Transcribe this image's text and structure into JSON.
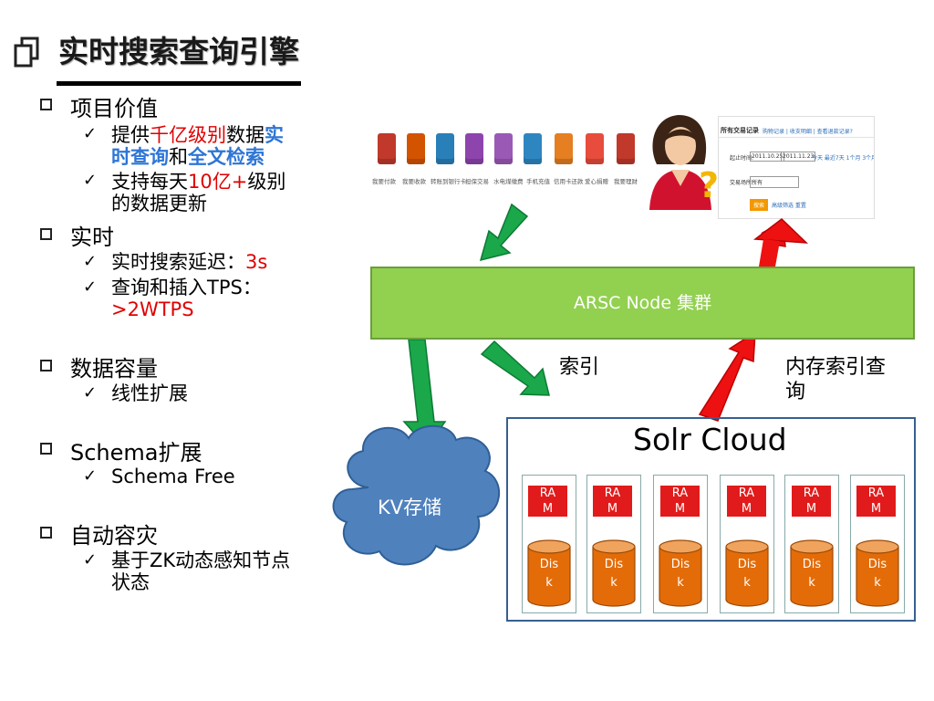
{
  "title": "实时搜索查询引擎",
  "bullets": {
    "value": {
      "label": "项目价值",
      "sub1": {
        "a": "提供",
        "b": "千亿级别",
        "c": "数据",
        "d": "实",
        "e": "时查询",
        "f": "和",
        "g": "全文检索"
      },
      "sub2": {
        "a": "支持每天",
        "b": "10亿+",
        "c": "级别",
        "d": "的数据更新"
      }
    },
    "realtime": {
      "label": "实时",
      "sub1": {
        "a": "实时搜索延迟：",
        "b": "3s"
      },
      "sub2": {
        "a": "查询和插入TPS：",
        "b": ">2WTPS"
      }
    },
    "capacity": {
      "label": "数据容量",
      "sub1": "线性扩展"
    },
    "schema": {
      "label": "Schema扩展",
      "sub1": "Schema Free"
    },
    "failover": {
      "label": "自动容灾",
      "sub1a": "基于ZK动态感知节点",
      "sub1b": "状态"
    }
  },
  "diagram": {
    "service_icons": [
      {
        "label": "我要付款",
        "color": "#c0392b"
      },
      {
        "label": "我要收款",
        "color": "#d35400"
      },
      {
        "label": "转账到银行卡",
        "color": "#2980b9"
      },
      {
        "label": "担保交易",
        "color": "#8e44ad"
      },
      {
        "label": "水电煤缴费",
        "color": "#9b59b6"
      },
      {
        "label": "手机充值",
        "color": "#2e86c1"
      },
      {
        "label": "信用卡还款",
        "color": "#e67e22"
      },
      {
        "label": "爱心捐赠",
        "color": "#e74c3c"
      },
      {
        "label": "我要理财",
        "color": "#c0392b"
      }
    ],
    "screenshot": {
      "heading": "所有交易记录",
      "links": "购物记录 | 收支明细 | 查看退款记录?",
      "date_label": "起止时间:",
      "date_from": "2011.10.25",
      "date_to": "2011.11.23",
      "quick": "今天  最近7天  1个月  3个月",
      "type_label": "交易场所:",
      "type_value": "所有",
      "search_btn": "搜索",
      "adv": "高级筛选  重置"
    },
    "node_label": "ARSC Node 集群",
    "index_label": "索引",
    "memq_label_1": "内存索引查",
    "memq_label_2": "询",
    "kv_label": "KV存储",
    "solr_title": "Solr Cloud",
    "ram_label_1": "RA",
    "ram_label_2": "M",
    "disk_label_1": "Dis",
    "disk_label_2": "k",
    "colors": {
      "green": "#92d050",
      "arrow_green": "#1aa84a",
      "arrow_red": "#ee1111",
      "cloud": "#4f81bd",
      "disk": "#e36c09",
      "ram": "#e11b1b"
    }
  }
}
